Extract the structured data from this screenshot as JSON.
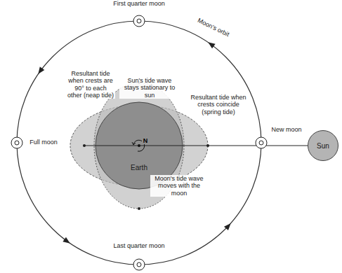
{
  "diagram": {
    "nodes": [
      {
        "text": [
          "Earth"
        ]
      },
      {
        "text": [
          "Sun"
        ]
      }
    ],
    "labels": [
      "First quarter moon",
      "Moon's orbit",
      "Resultant tide when crests are 90° to each other (neap tide)",
      "Sun's tide wave stays stationary to sun",
      "Resultant tide when crests coincide (spring tide)",
      "New moon",
      "Full moon",
      "N",
      "Moon's tide wave moves with the moon",
      "Last quarter moon"
    ]
  }
}
